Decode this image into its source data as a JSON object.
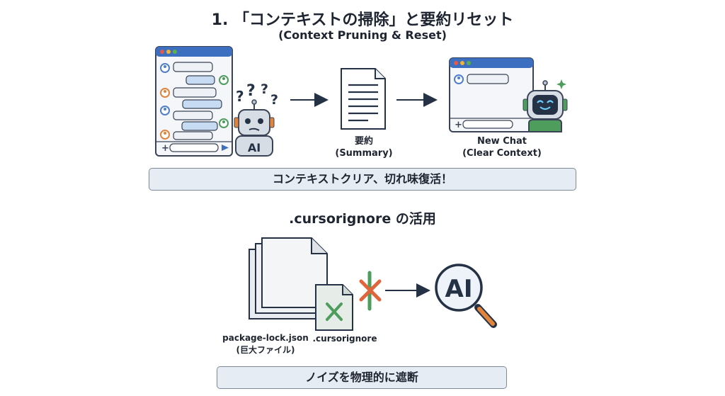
{
  "section1": {
    "title": "1. 「コンテキストの掃除」と要約リセット",
    "subtitle": "(Context Pruning & Reset)",
    "robot_label": "AI",
    "question_marks": "?",
    "summary_caption_line1": "要約",
    "summary_caption_line2": "(Summary)",
    "newchat_caption_line1": "New Chat",
    "newchat_caption_line2": "(Clear Context)",
    "plus_icon": "+",
    "banner": "コンテキストクリア、切れ味復活！"
  },
  "section2": {
    "title": ".cursorignore の活用",
    "file_caption_line1": "package-lock.json",
    "file_caption_line2": "(巨大ファイル)",
    "ignore_caption": ".cursorignore",
    "ai_label": "AI",
    "banner": "ノイズを物理的に遮断"
  },
  "colors": {
    "window_blue": "#3d6fc0",
    "bubble_blue": "#c7dcf2",
    "avatar_blue": "#4f7fc9",
    "avatar_green": "#4f9d5d",
    "avatar_orange": "#e0843c",
    "cross_green": "#4f9d5d",
    "cross_red": "#e0643c",
    "magnifier_handle": "#e0843c",
    "robot_green": "#4f9d5d",
    "banner_bg": "#e6ecf3"
  }
}
